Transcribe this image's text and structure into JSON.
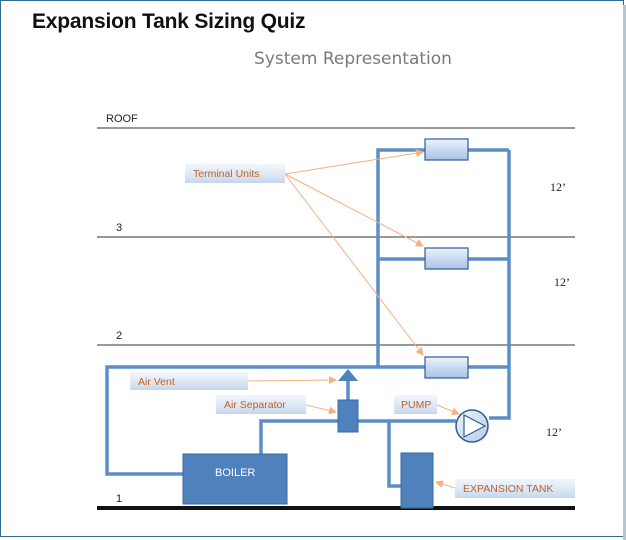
{
  "header": {
    "title": "Expansion Tank Sizing Quiz"
  },
  "diagram": {
    "title": "System Representation",
    "levels": {
      "roof": "ROOF",
      "floor3": "3",
      "floor2": "2",
      "floor1": "1"
    },
    "heights": {
      "upper": "12’",
      "middle": "12’",
      "lower": "12’"
    },
    "callouts": {
      "terminal_units": "Terminal Units",
      "air_vent": "Air Vent",
      "air_separator": "Air Separator",
      "pump": "PUMP",
      "expansion_tank": "EXPANSION TANK"
    },
    "boiler_label": "BOILER",
    "colors": {
      "pipe": "#5b8ec7",
      "component": "#4f81bd",
      "arrow": "#f4b183",
      "callout_text": "#c0602a"
    }
  }
}
